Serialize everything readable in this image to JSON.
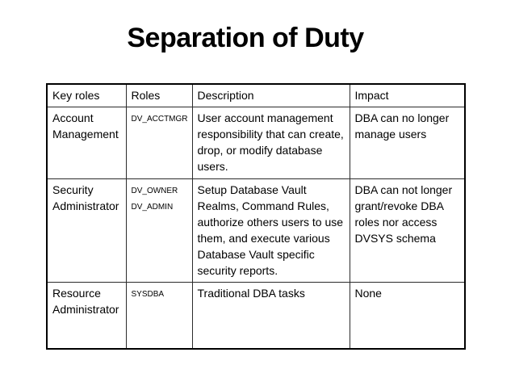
{
  "page": {
    "title": "Separation of Duty"
  },
  "colors": {
    "background": "#ffffff",
    "text": "#000000",
    "table_border": "#000000"
  },
  "table": {
    "headers": [
      "Key roles",
      "Roles",
      "Description",
      "Impact"
    ],
    "rows": [
      {
        "key_role": "Account Management",
        "roles": [
          "DV_ACCTMGR"
        ],
        "description": "User account management responsibility that can create, drop, or modify database users.",
        "impact": "DBA can no longer manage users"
      },
      {
        "key_role": "Security Administrator",
        "roles": [
          "DV_OWNER",
          "DV_ADMIN"
        ],
        "description": "Setup Database Vault Realms, Command Rules, authorize others users to use them, and execute various Database Vault specific security reports.",
        "impact": "DBA can not longer grant/revoke DBA roles nor access DVSYS schema"
      },
      {
        "key_role": "Resource Administrator",
        "roles": [
          "SYSDBA"
        ],
        "description": "Traditional DBA tasks",
        "impact": "None"
      }
    ]
  }
}
